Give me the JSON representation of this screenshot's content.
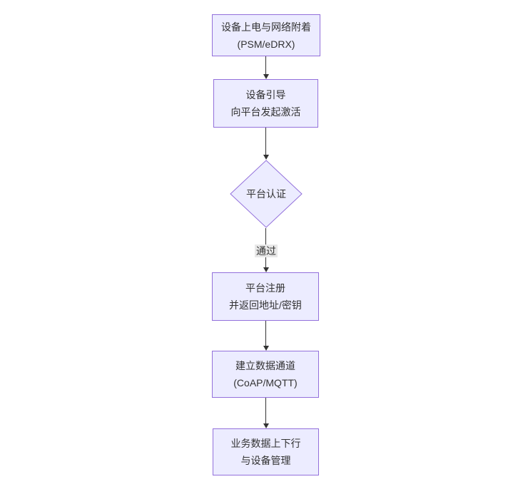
{
  "diagram": {
    "type": "flowchart",
    "direction": "top-down",
    "colors": {
      "node_fill": "#ECECFF",
      "node_border": "#9370DB",
      "arrow": "#333333",
      "text": "#333333",
      "edge_label_bg": "#e8e8e8",
      "background": "#ffffff"
    },
    "nodes": [
      {
        "id": "power",
        "shape": "rect",
        "line1": "设备上电与网络附着",
        "line2": "(PSM/eDRX)"
      },
      {
        "id": "bootstrap",
        "shape": "rect",
        "line1": "设备引导",
        "line2": "向平台发起激活"
      },
      {
        "id": "auth",
        "shape": "diamond",
        "line1": "平台认证",
        "line2": ""
      },
      {
        "id": "register",
        "shape": "rect",
        "line1": "平台注册",
        "line2": "并返回地址/密钥"
      },
      {
        "id": "channel",
        "shape": "rect",
        "line1": "建立数据通道",
        "line2": "(CoAP/MQTT)"
      },
      {
        "id": "business",
        "shape": "rect",
        "line1": "业务数据上下行",
        "line2": "与设备管理"
      }
    ],
    "edges": [
      {
        "from": "power",
        "to": "bootstrap",
        "label": ""
      },
      {
        "from": "bootstrap",
        "to": "auth",
        "label": ""
      },
      {
        "from": "auth",
        "to": "register",
        "label": "通过"
      },
      {
        "from": "register",
        "to": "channel",
        "label": ""
      },
      {
        "from": "channel",
        "to": "business",
        "label": ""
      }
    ]
  }
}
